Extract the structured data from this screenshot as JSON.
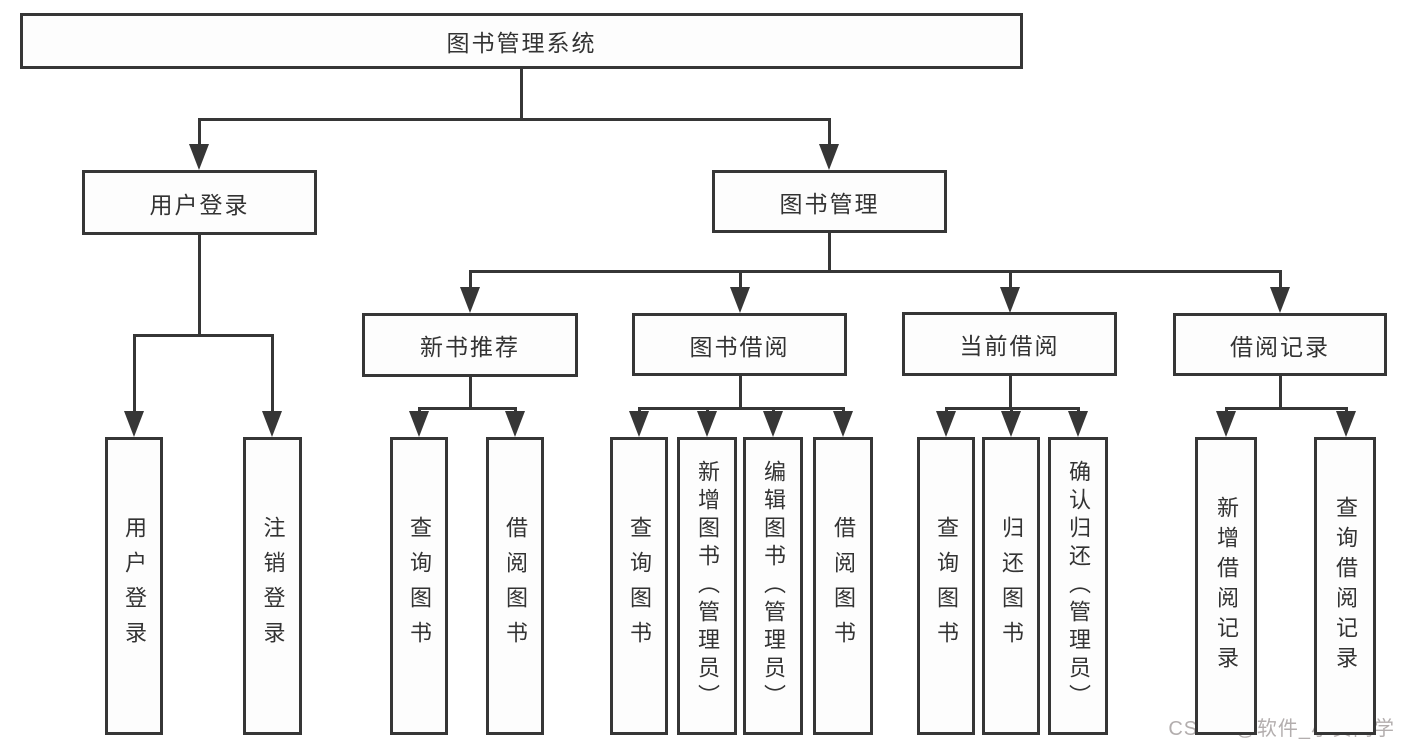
{
  "diagram_title": "图书管理系统",
  "watermark": "CSDN @软件_小贺同学",
  "colors": {
    "line": "#363636",
    "text": "#333333",
    "box_fill": "#fdfdfd",
    "page_background": "#ffffff",
    "watermark": "#b3aeae"
  },
  "nodes": {
    "root": {
      "label": "图书管理系统"
    },
    "login_branch": {
      "label": "用户登录"
    },
    "book_mgmt": {
      "label": "图书管理"
    },
    "new_book_rec": {
      "label": "新书推荐"
    },
    "book_borrow": {
      "label": "图书借阅"
    },
    "current_borrow": {
      "label": "当前借阅"
    },
    "borrow_record": {
      "label": "借阅记录"
    },
    "user_login": {
      "label": "用户登录"
    },
    "logout": {
      "label": "注销登录"
    },
    "query_books_a": {
      "label": "查询图书"
    },
    "borrow_books_a": {
      "label": "借阅图书"
    },
    "query_books_b": {
      "label": "查询图书"
    },
    "add_books_admin": {
      "label": "新增图书（管理员）"
    },
    "edit_books_admin": {
      "label": "编辑图书（管理员）"
    },
    "borrow_books_b": {
      "label": "借阅图书"
    },
    "query_books_c": {
      "label": "查询图书"
    },
    "return_books": {
      "label": "归还图书"
    },
    "confirm_return_admin": {
      "label": "确认归还（管理员）"
    },
    "add_borrow_rec": {
      "label": "新增借阅记录"
    },
    "query_borrow_rec": {
      "label": "查询借阅记录"
    }
  },
  "hierarchy": [
    {
      "parent": "图书管理系统",
      "children": [
        "用户登录",
        "图书管理"
      ]
    },
    {
      "parent": "用户登录",
      "children": [
        "用户登录",
        "注销登录"
      ]
    },
    {
      "parent": "图书管理",
      "children": [
        "新书推荐",
        "图书借阅",
        "当前借阅",
        "借阅记录"
      ]
    },
    {
      "parent": "新书推荐",
      "children": [
        "查询图书",
        "借阅图书"
      ]
    },
    {
      "parent": "图书借阅",
      "children": [
        "查询图书",
        "新增图书（管理员）",
        "编辑图书（管理员）",
        "借阅图书"
      ]
    },
    {
      "parent": "当前借阅",
      "children": [
        "查询图书",
        "归还图书",
        "确认归还（管理员）"
      ]
    },
    {
      "parent": "借阅记录",
      "children": [
        "新增借阅记录",
        "查询借阅记录"
      ]
    }
  ]
}
